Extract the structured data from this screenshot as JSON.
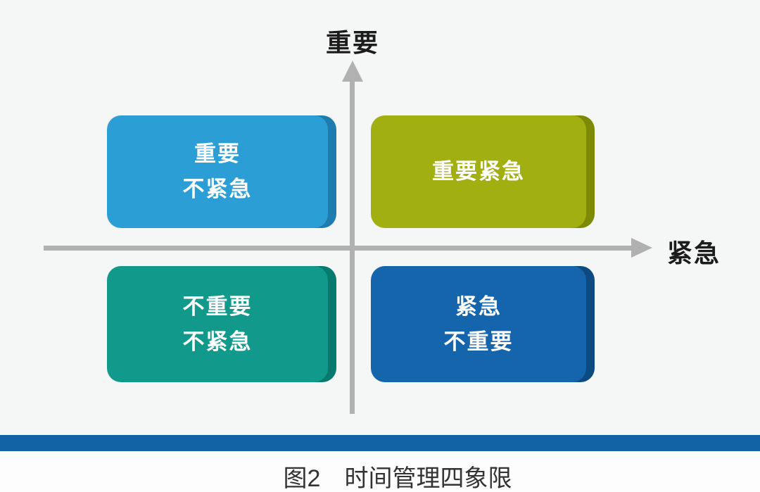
{
  "background": {
    "main": "#f5f6f6",
    "footer": "#fdfdfd"
  },
  "axes": {
    "color": "#b1b1b1",
    "y_label": "重要",
    "x_label": "紧急"
  },
  "quadrants": {
    "top_left": {
      "lines": [
        "重要",
        "不紧急"
      ],
      "color": "#2b9fd5",
      "edge_color": "#1e7db0"
    },
    "top_right": {
      "lines": [
        "重要紧急"
      ],
      "color": "#a1af10",
      "edge_color": "#7c8a06"
    },
    "bottom_left": {
      "lines": [
        "不重要",
        "不紧急"
      ],
      "color": "#11998b",
      "edge_color": "#067a6e"
    },
    "bottom_right": {
      "lines": [
        "紧急",
        "不重要"
      ],
      "color": "#1565ad",
      "edge_color": "#0c4a80"
    }
  },
  "divider_bar": {
    "color": "#1263a6"
  },
  "figure": {
    "caption": "图2　时间管理四象限"
  }
}
